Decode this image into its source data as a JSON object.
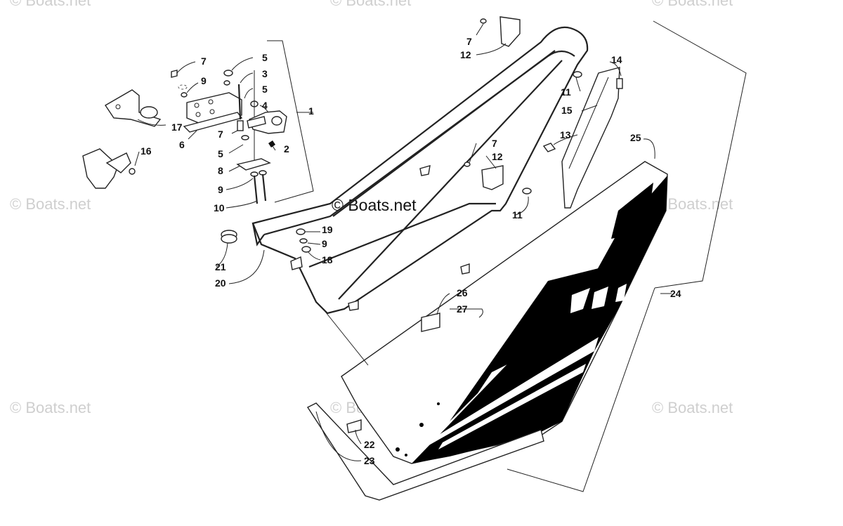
{
  "watermark": {
    "text": "© Boats.net",
    "center_text": "© Boats.net"
  },
  "callouts": [
    "1",
    "2",
    "3",
    "4",
    "5",
    "5",
    "5",
    "6",
    "7",
    "7",
    "7",
    "7",
    "8",
    "9",
    "9",
    "9",
    "10",
    "11",
    "11",
    "12",
    "12",
    "13",
    "14",
    "15",
    "16",
    "17",
    "18",
    "19",
    "20",
    "21",
    "22",
    "23",
    "24",
    "25",
    "26",
    "27"
  ],
  "colors": {
    "line": "#222222",
    "graphic": "#000000",
    "watermark": "#cfcfcf"
  }
}
